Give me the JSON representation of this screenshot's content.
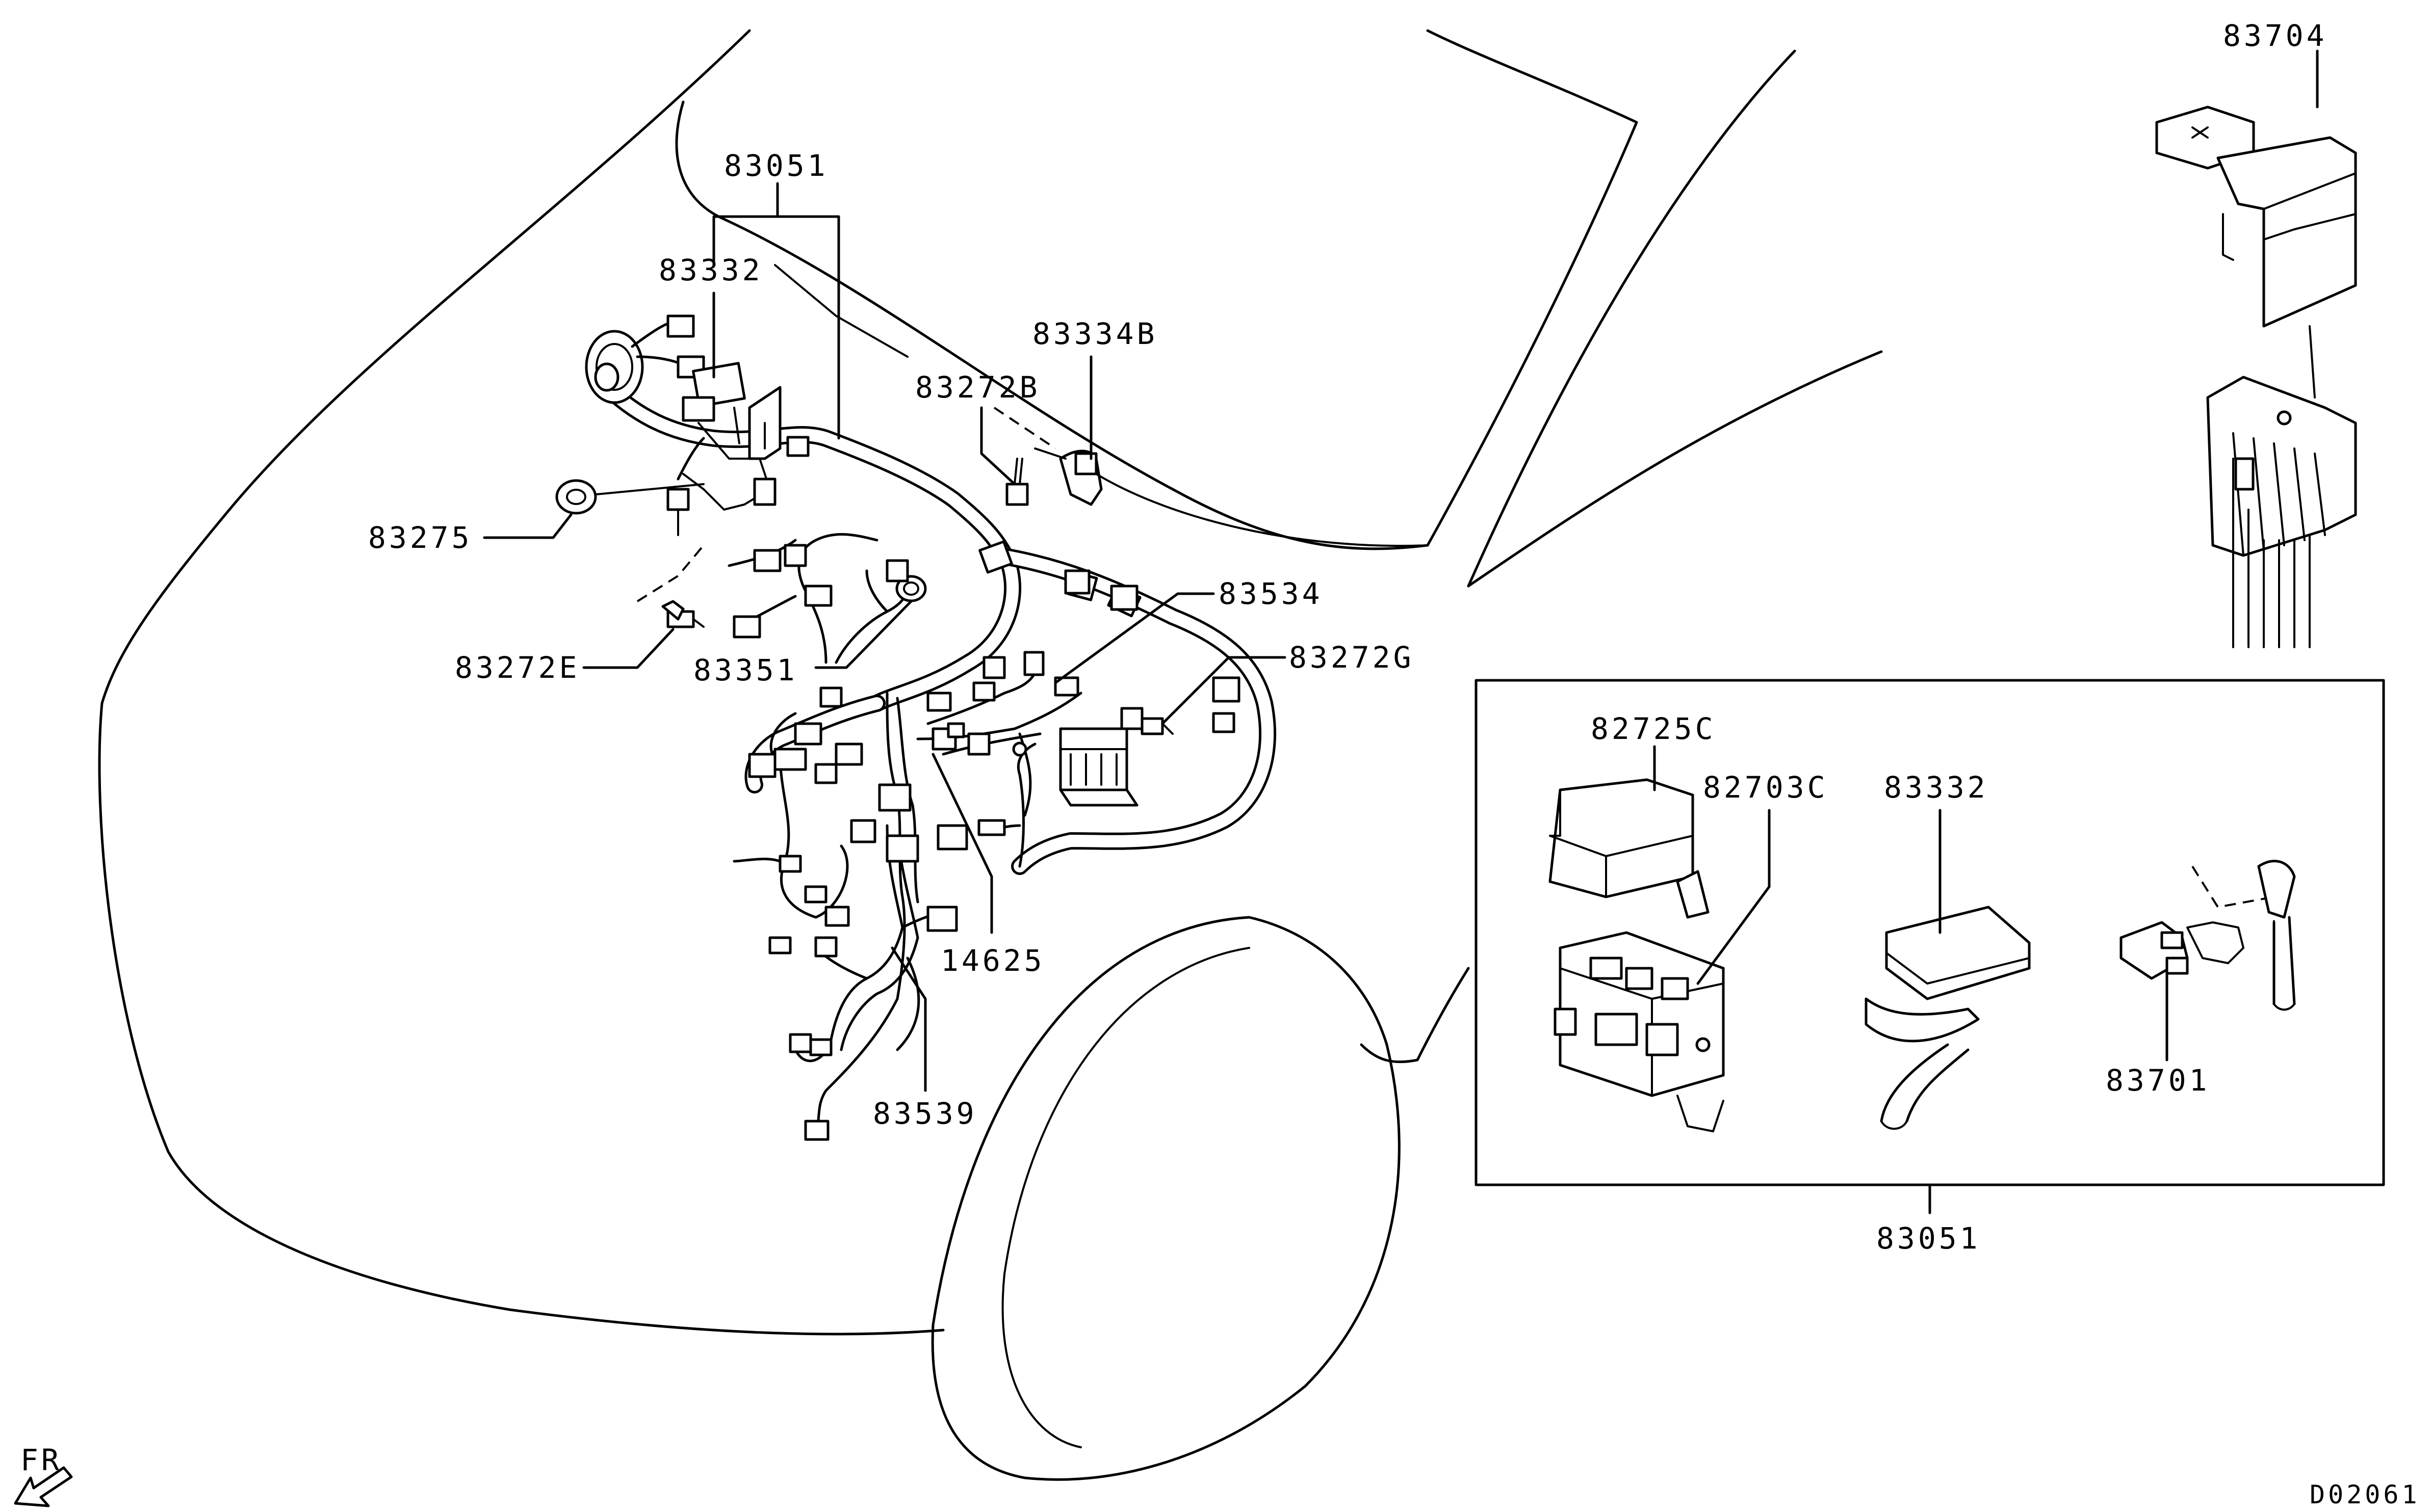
{
  "labels": {
    "p83051_top": "83051",
    "p83332_top": "83332",
    "p83334B": "83334B",
    "p83272B": "83272B",
    "p83275": "83275",
    "p83272E": "83272E",
    "p83351": "83351",
    "p83534": "83534",
    "p83272G": "83272G",
    "p14625": "14625",
    "p83539": "83539",
    "p83704": "83704",
    "p82725C": "82725C",
    "p82703C": "82703C",
    "p83332_inset": "83332",
    "p83701": "83701",
    "p83051_inset": "83051",
    "front_marker": "FR",
    "diagram_id": "D02061"
  },
  "icons": {
    "front_arrow": "arrow-down-left-icon"
  }
}
